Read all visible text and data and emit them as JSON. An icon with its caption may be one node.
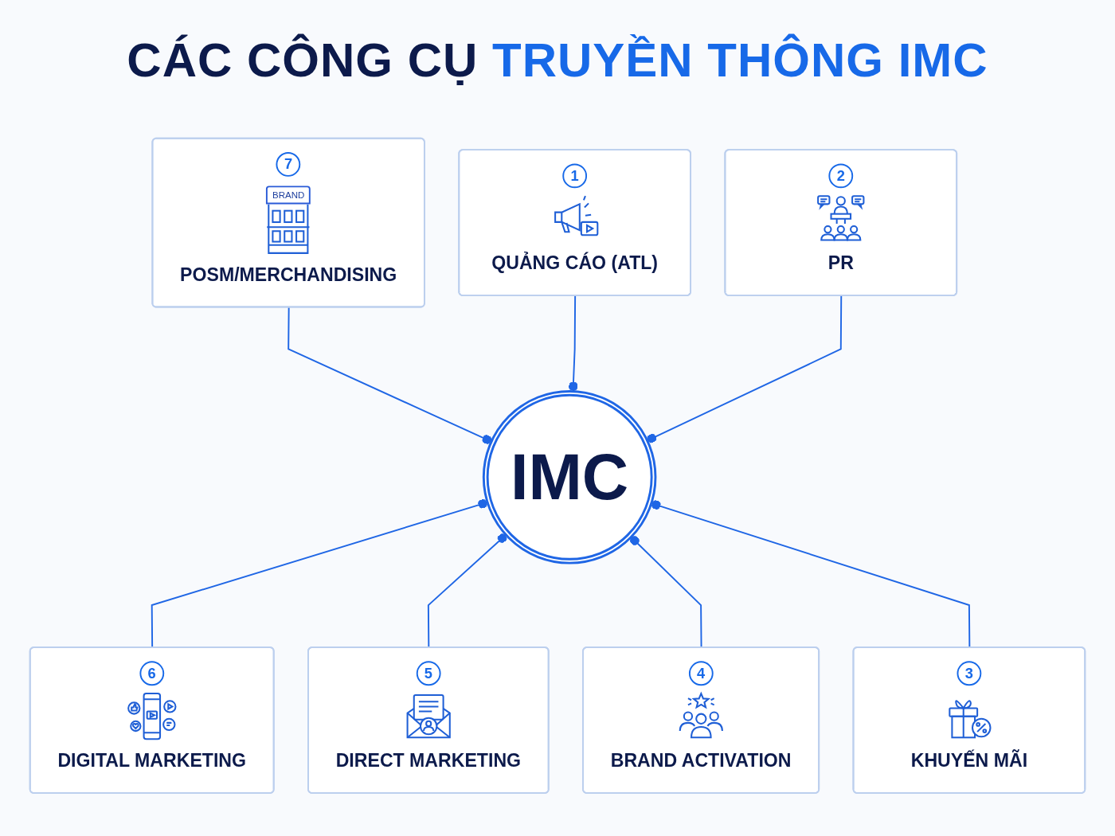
{
  "diagram": {
    "title": "CÁC CÔNG CỤ TRUYỀN THÔNG IMC",
    "nodes": [
      {
        "text": [
          "IMC"
        ]
      },
      {
        "text": [
          "1",
          "QUẢNG CÁO (ATL)"
        ]
      },
      {
        "text": [
          "2",
          "PR"
        ]
      },
      {
        "text": [
          "3",
          "KHUYẾN MÃI"
        ]
      },
      {
        "text": [
          "4",
          "BRAND ACTIVATION"
        ]
      },
      {
        "text": [
          "5",
          "DIRECT MARKETING"
        ]
      },
      {
        "text": [
          "6",
          "DIGITAL MARKETING"
        ]
      },
      {
        "text": [
          "7",
          "BRAND",
          "POSM/MERCHANDISING"
        ]
      }
    ],
    "edges": [
      {
        "from": 7,
        "to": 0,
        "arrow": "other"
      },
      {
        "from": 1,
        "to": 0,
        "arrow": "other"
      },
      {
        "from": 2,
        "to": 0,
        "arrow": "other"
      },
      {
        "from": 6,
        "to": 0,
        "arrow": "other"
      },
      {
        "from": 5,
        "to": 0,
        "arrow": "other"
      },
      {
        "from": 4,
        "to": 0,
        "arrow": "other"
      },
      {
        "from": 3,
        "to": 0,
        "arrow": "other"
      }
    ]
  }
}
